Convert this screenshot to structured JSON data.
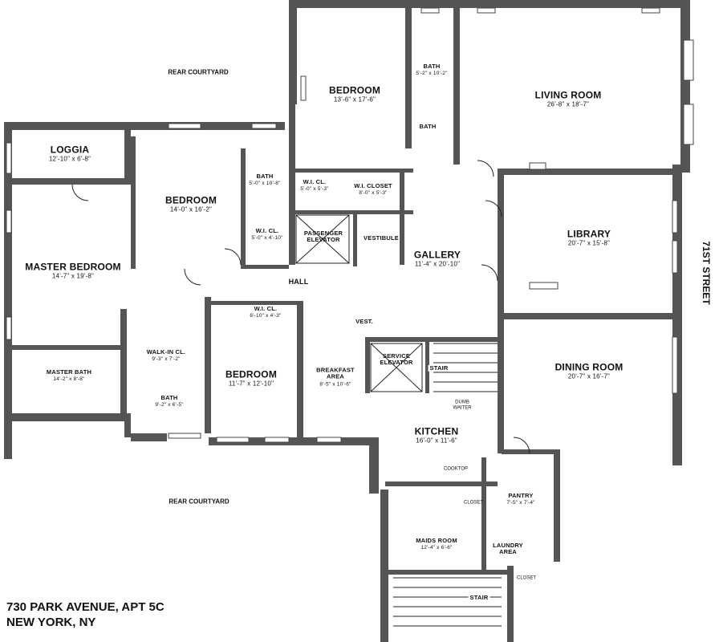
{
  "address": {
    "line1": "730 PARK AVENUE, APT 5C",
    "line2": "NEW YORK, NY"
  },
  "street_label": "71ST STREET",
  "courtyards": {
    "top": "REAR COURTYARD",
    "bottom": "REAR COURTYARD"
  },
  "rooms": {
    "living": {
      "name": "LIVING ROOM",
      "dim": "26'-8\" x 18'-7\""
    },
    "bedroom_top": {
      "name": "BEDROOM",
      "dim": "13'-6\" x 17'-6\""
    },
    "bath_top": {
      "name": "BATH",
      "dim": "5'-2\" x 10'-2\""
    },
    "bath_small": {
      "name": "BATH"
    },
    "loggia": {
      "name": "LOGGIA",
      "dim": "12'-10\" x 6'-8\""
    },
    "bedroom_mid": {
      "name": "BEDROOM",
      "dim": "14'-0\" x 16'-2\""
    },
    "bath_mid": {
      "name": "BATH",
      "dim": "5'-0\" x 10'-8\""
    },
    "wic_a": {
      "name": "W.I. CL.",
      "dim": "5'-0\" x 5'-3\""
    },
    "wi_closet": {
      "name": "W.I. CLOSET",
      "dim": "8'-0\" x 5'-3\""
    },
    "wic_b": {
      "name": "W.I. CL.",
      "dim": "5'-0\" x 4'-10\""
    },
    "pass_elev": {
      "name": "PASSENGER ELEVATOR"
    },
    "vestibule": {
      "name": "VESTIBULE"
    },
    "gallery": {
      "name": "GALLERY",
      "dim": "11'-4\" x 20'-10\""
    },
    "library": {
      "name": "LIBRARY",
      "dim": "20'-7\" x 15'-8\""
    },
    "master": {
      "name": "MASTER BEDROOM",
      "dim": "14'-7\" x 19'-8\""
    },
    "hall": {
      "name": "HALL"
    },
    "wic_c": {
      "name": "W.I. CL.",
      "dim": "6'-10\" x 4'-3\""
    },
    "vest": {
      "name": "VEST."
    },
    "walkin": {
      "name": "WALK-IN CL.",
      "dim": "9'-3\" x 7'-2\""
    },
    "master_bath": {
      "name": "MASTER BATH",
      "dim": "14'-2\" x 8'-8\""
    },
    "bath_lower": {
      "name": "BATH",
      "dim": "9'-2\" x 6'-5\""
    },
    "bedroom_low": {
      "name": "BEDROOM",
      "dim": "11'-7\" x 12'-10\""
    },
    "breakfast": {
      "name": "BREAKFAST AREA",
      "dim": "8'-5\" x 10'-6\""
    },
    "serv_elev": {
      "name": "SERVICE ELEVATOR"
    },
    "stair_1": {
      "name": "STAIR"
    },
    "dining": {
      "name": "DINING ROOM",
      "dim": "20'-7\" x 16'-7\""
    },
    "kitchen": {
      "name": "KITCHEN",
      "dim": "16'-0\" x 11'-6\""
    },
    "pantry": {
      "name": "PANTRY",
      "dim": "7'-5\" x 7'-4\""
    },
    "maids": {
      "name": "MAIDS ROOM",
      "dim": "12'-4\" x 6'-6\""
    },
    "laundry": {
      "name": "LAUNDRY AREA"
    },
    "stair_2": {
      "name": "STAIR"
    }
  },
  "fixtures": {
    "cooktop": "COOKTOP",
    "closet_a": "CLOSET",
    "closet_b": "CLOSET",
    "dumbwaiter": "DUMB WAITER"
  }
}
